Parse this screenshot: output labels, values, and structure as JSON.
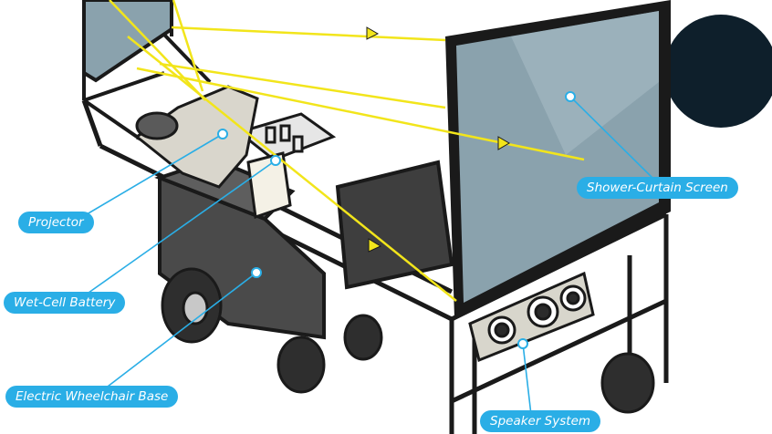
{
  "colors": {
    "accent": "#2aaee6",
    "beam": "#f2e51b",
    "outline": "#1a1a1a",
    "screen": "#8aa2ad",
    "chassis": "#4a4a4a",
    "dark_disc": "#0e1f2b"
  },
  "labels": {
    "projector": "Projector",
    "battery": "Wet-Cell Battery",
    "base": "Electric Wheelchair Base",
    "screen": "Shower-Curtain Screen",
    "speaker": "Speaker System"
  }
}
